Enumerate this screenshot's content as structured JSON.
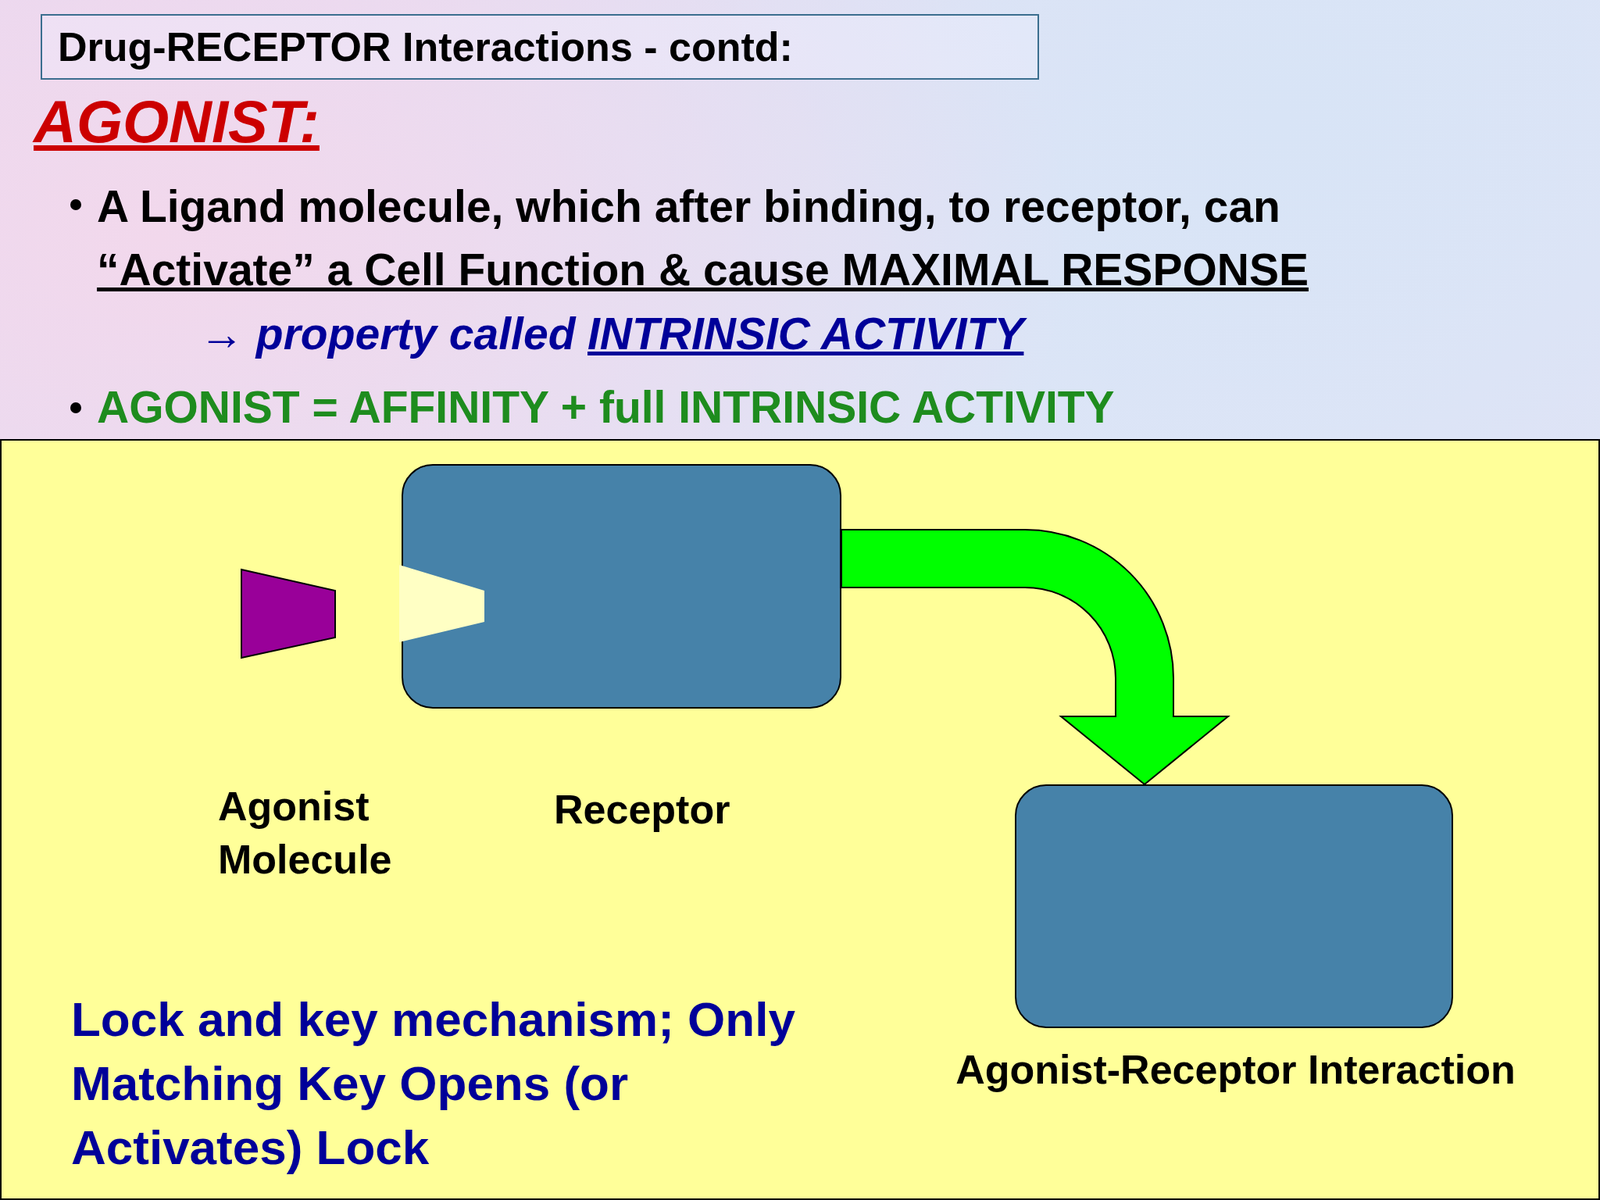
{
  "diagram": {
    "title": "Drug-RECEPTOR Interactions - contd:",
    "nodes": [
      {
        "text": [
          "Lock and key mechanism; Only Matching Key Opens (or Activates) Lock"
        ]
      },
      {
        "text": [
          "Agonist Molecule"
        ],
        "in": 0
      },
      {
        "text": [
          "Receptor"
        ],
        "in": 0
      },
      {
        "text": [
          "Agonist-Receptor Interaction"
        ],
        "in": 0
      }
    ],
    "edges": [
      {
        "from": 2,
        "to": 3,
        "arrow": "to"
      }
    ],
    "labels": [
      "AGONIST:",
      "A Ligand molecule, which after binding, to receptor, can",
      "“Activate” a Cell Function & cause MAXIMAL RESPONSE",
      "→ property called",
      "INTRINSIC ACTIVITY",
      "AGONIST = AFFINITY + full INTRINSIC ACTIVITY"
    ]
  }
}
